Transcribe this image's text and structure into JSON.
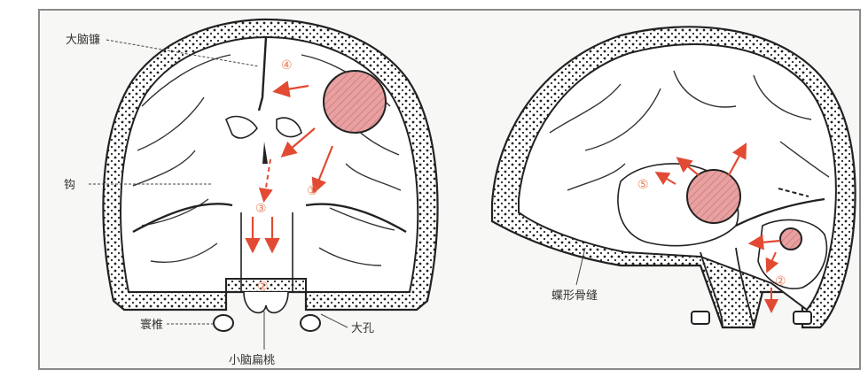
{
  "colors": {
    "tumor_fill": "#e9a0a0",
    "arrow": "#e24a33",
    "line": "#222222",
    "frame": "#8a8a8a",
    "number": "#e8805a"
  },
  "left_panel": {
    "labels": {
      "falx": "大脑镰",
      "tentorium": "钩",
      "atlas": "寰椎",
      "foramen_magnum": "大孔",
      "tonsil": "小脑扁桃"
    },
    "numbers": {
      "n1": "①",
      "n2": "②",
      "n3": "③",
      "n4": "④"
    }
  },
  "right_panel": {
    "labels": {
      "sphenoid": "蝶形骨缝"
    },
    "numbers": {
      "n2": "②",
      "n5": "⑤"
    }
  }
}
